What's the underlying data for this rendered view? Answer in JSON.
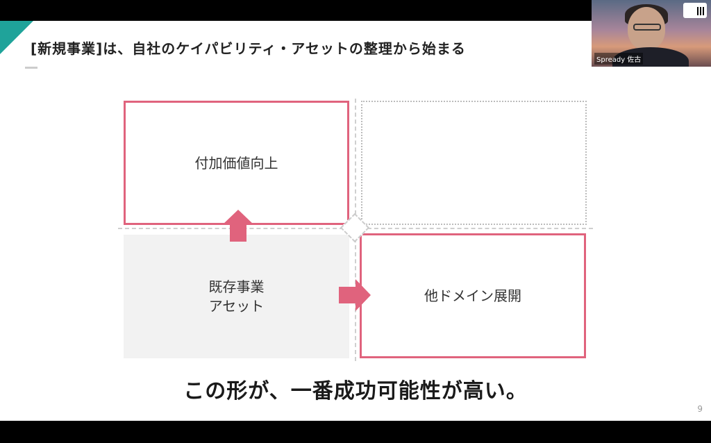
{
  "slide": {
    "title": "[新規事業]は、自社のケイパビリティ・アセットの整理から始まる",
    "quadrants": {
      "top_left": "付加価値向上",
      "top_right": "",
      "bottom_left": "既存事業\nアセット",
      "bottom_right": "他ドメイン展開"
    },
    "tagline": "この形が、一番成功可能性が高い。",
    "page_number": "9"
  },
  "video": {
    "participant_name": "Spready 佐古"
  },
  "colors": {
    "accent_pink": "#e0637d",
    "corner_teal": "#1fa39a"
  },
  "icons": [
    "arrow-up-icon",
    "arrow-right-icon",
    "qr-code-icon"
  ]
}
